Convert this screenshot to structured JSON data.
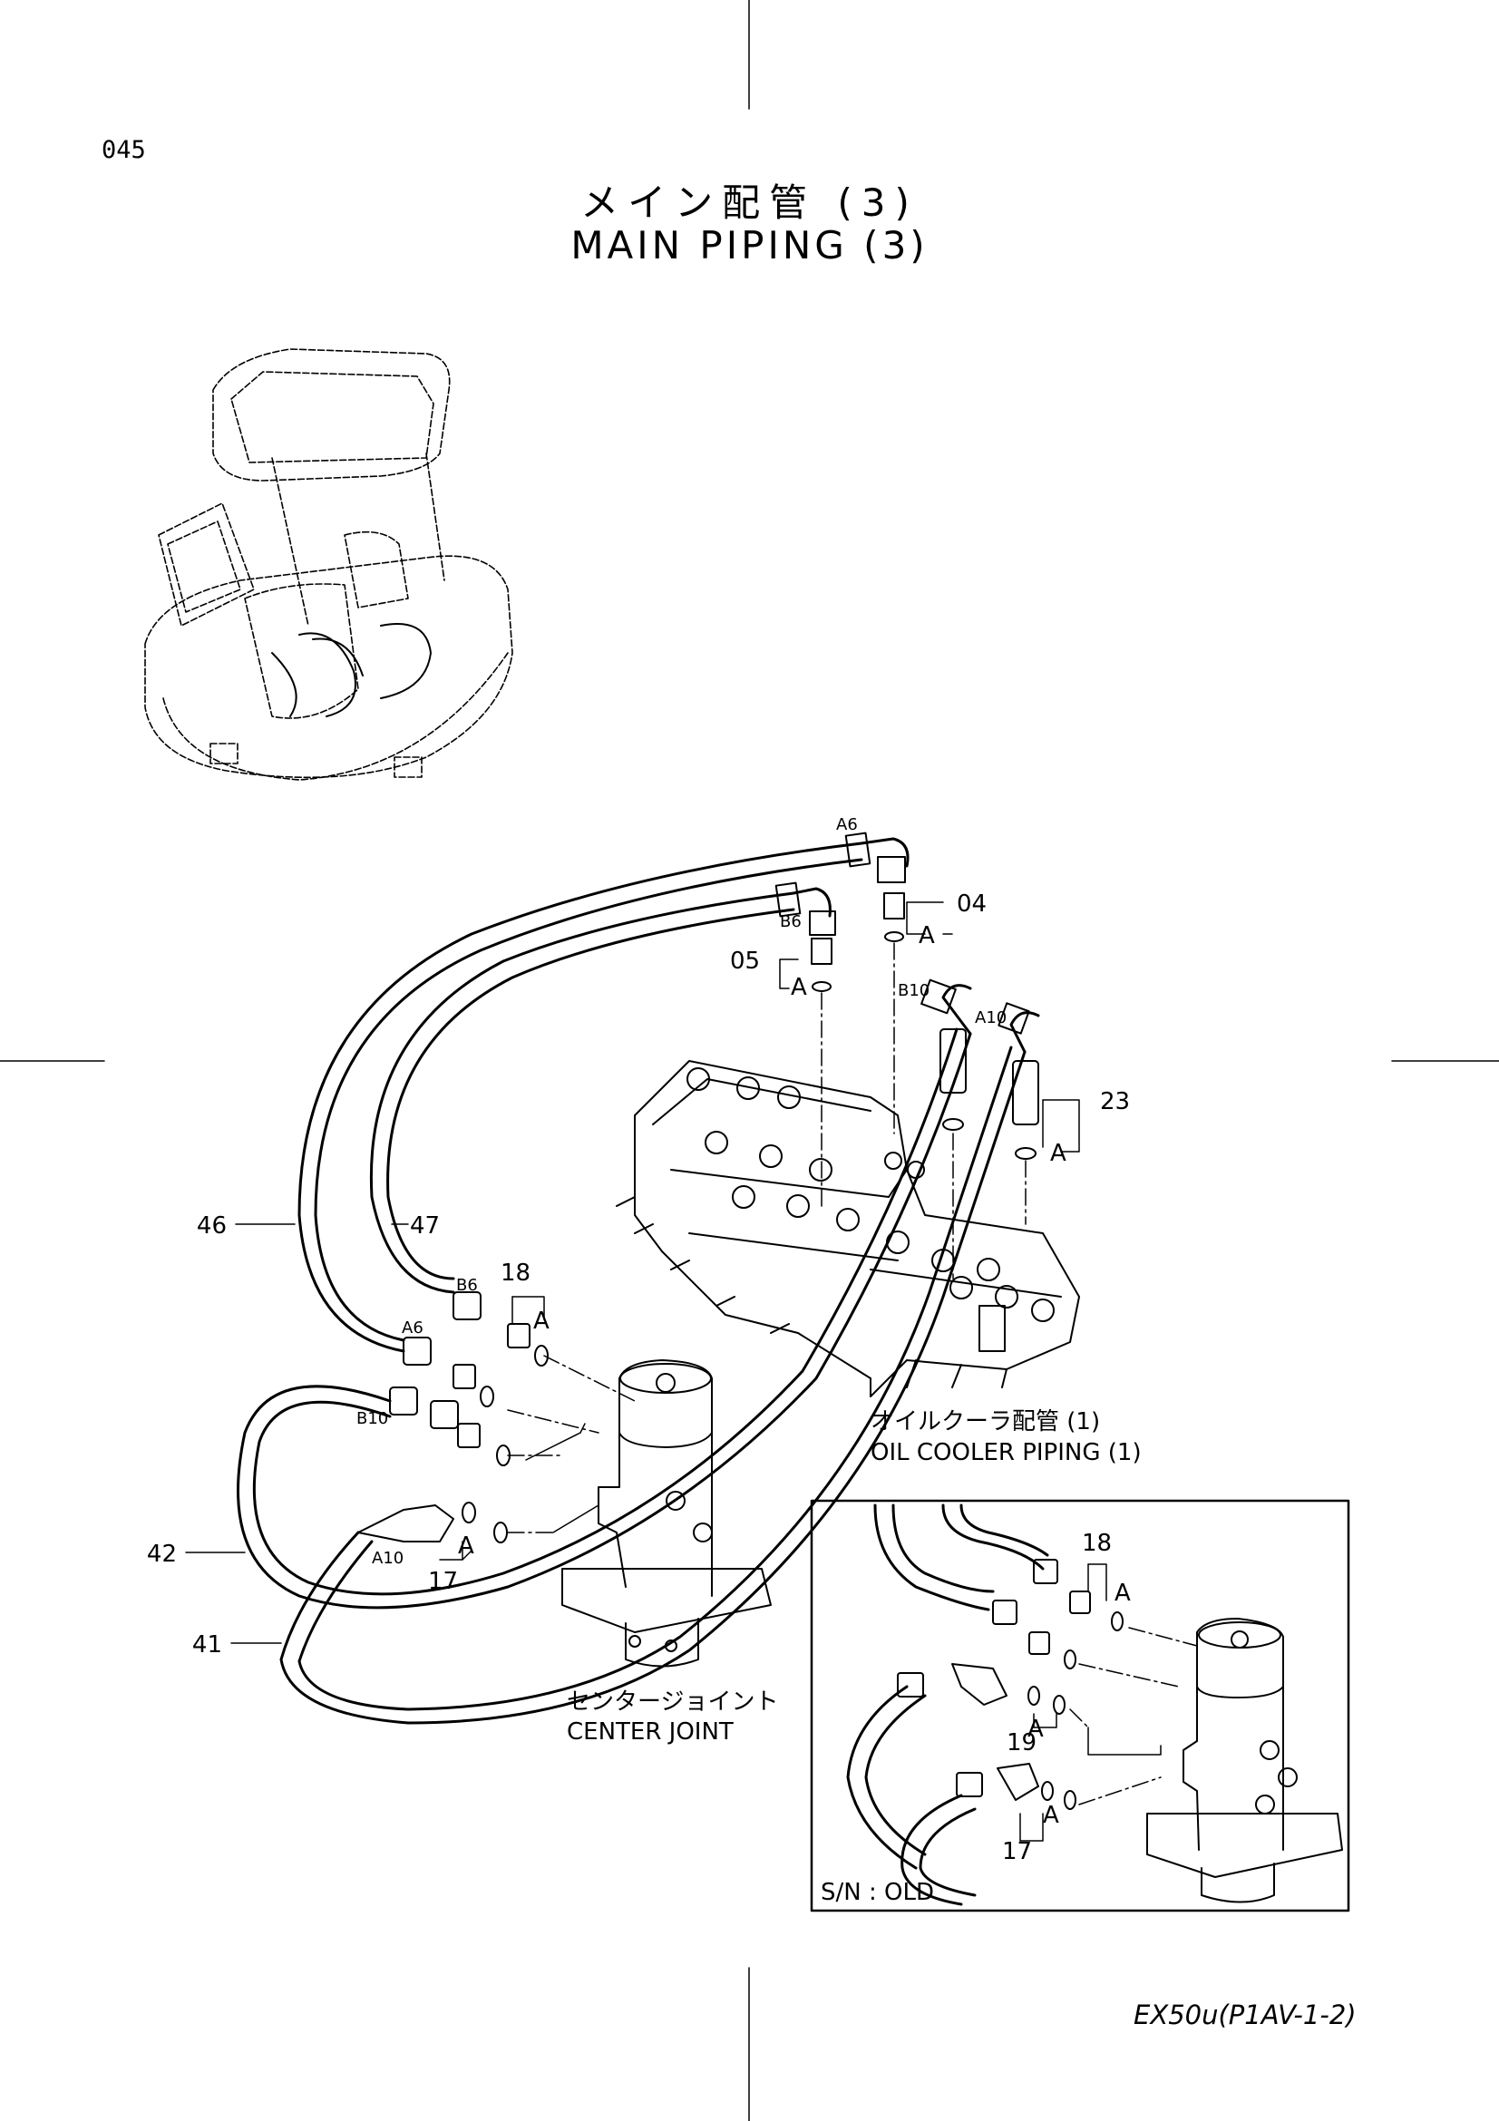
{
  "page_number": "045",
  "title_jp": "メイン配管 (3)",
  "title_en": "MAIN PIPING (3)",
  "model_code": "EX50u(P1AV-1-2)",
  "callouts": {
    "p04": "04",
    "p05": "05",
    "p23": "23",
    "p46": "46",
    "p47": "47",
    "p18": "18",
    "p42": "42",
    "p41": "41",
    "p17": "17",
    "inset_18": "18",
    "inset_19": "19",
    "inset_17": "17"
  },
  "port_labels": {
    "A6_top": "A6",
    "B6_top": "B6",
    "B10_top": "B10",
    "A10_top": "A10",
    "B6_mid": "B6",
    "A6_mid": "A6",
    "B10_mid": "B10",
    "A10_mid": "A10"
  },
  "o_ring_labels": {
    "a_04": "A",
    "a_05": "A",
    "a_23": "A",
    "a_18": "A",
    "a_17": "A",
    "inset_a_18": "A",
    "inset_a_19": "A",
    "inset_a_17": "A"
  },
  "notes": {
    "oil_cooler_jp": "オイルクーラ配管 (1)",
    "oil_cooler_en": "OIL COOLER PIPING (1)",
    "center_joint_jp": "センタージョイント",
    "center_joint_en": "CENTER JOINT"
  },
  "inset": {
    "label": "S/N : OLD"
  }
}
